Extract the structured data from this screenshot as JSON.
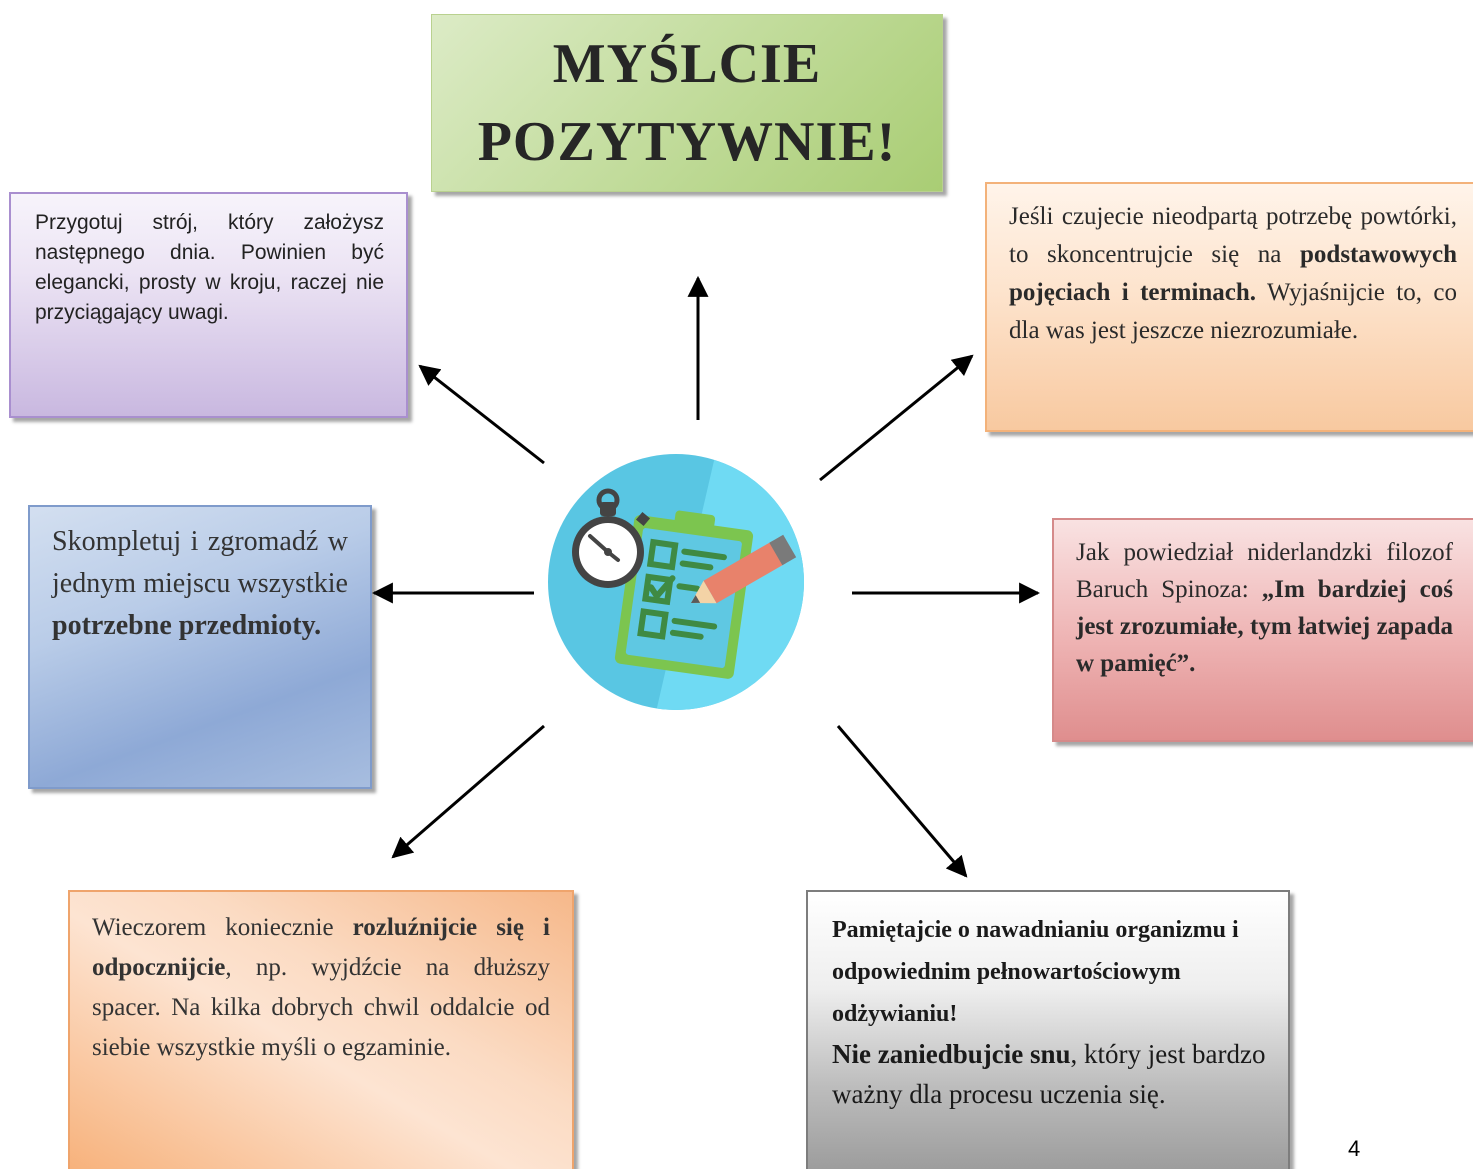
{
  "title": {
    "line1": "MYŚLCIE",
    "line2": "POZYTYWNIE!"
  },
  "center_icon": "stopwatch-checklist-pencil-icon",
  "boxes": {
    "clothes": {
      "text": "Przygotuj strój, który założysz następnego dnia. Powinien być elegancki, prosty w kroju, raczej nie przyciągający uwagi."
    },
    "review": {
      "t1": "Jeśli czujecie nieodpartą potrzebę powtórki, to skoncentrujcie się na ",
      "b1": "podstawowych pojęciach i terminach.",
      "t2": " Wyjaśnijcie to, co dla was jest jeszcze niezrozumiałe."
    },
    "items": {
      "t1": "Skompletuj i zgromadź w jednym miejscu wszystkie ",
      "b1": "potrzebne przedmioty."
    },
    "spinoza": {
      "t1": "Jak powiedział niderlandzki filozof Baruch Spinoza: ",
      "b1": "„Im bardziej coś jest zrozumiałe, tym łatwiej zapada w pamięć”."
    },
    "relax": {
      "t1": "Wieczorem koniecznie ",
      "b1": "rozluźnijcie się  i odpocznijcie",
      "t2": ", np. wyjdźcie na dłuższy spacer. Na kilka dobrych chwil oddalcie od siebie wszystkie myśli o egzaminie."
    },
    "health": {
      "b1": "Pamiętajcie o nawadnianiu organizmu i odpowiednim pełnowartościowym odżywianiu!",
      "b2": "Nie zaniedbujcie snu",
      "t1": ", który jest bardzo ważny dla procesu uczenia się."
    }
  },
  "page_number": "4"
}
